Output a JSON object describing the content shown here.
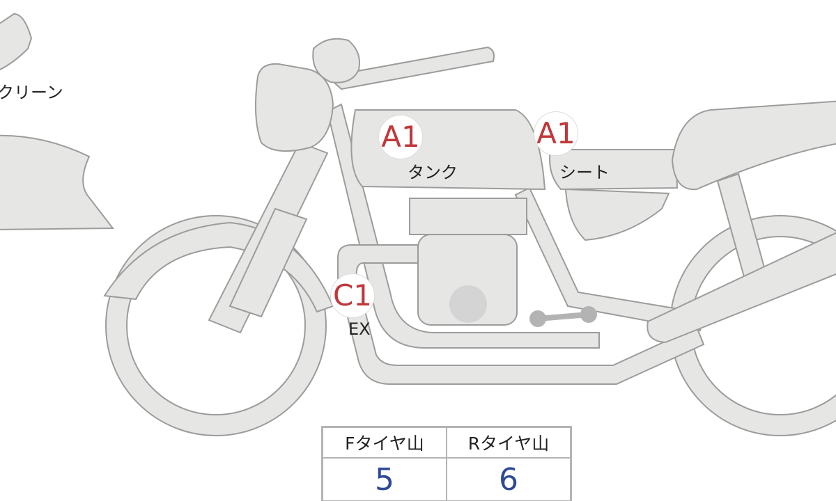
{
  "labels": {
    "screen": "クリーン",
    "tank": "タンク",
    "seat": "シート",
    "exhaust": "EX"
  },
  "badges": {
    "tank": "A1",
    "seat": "A1",
    "exhaust": "C1"
  },
  "tire_table": {
    "headers": [
      "Fタイヤ山",
      "Rタイヤ山"
    ],
    "values": [
      "5",
      "6"
    ]
  },
  "colors": {
    "badge_text": "#c0373a",
    "value_text": "#2e4a96",
    "part_fill": "#e6e6e4"
  }
}
